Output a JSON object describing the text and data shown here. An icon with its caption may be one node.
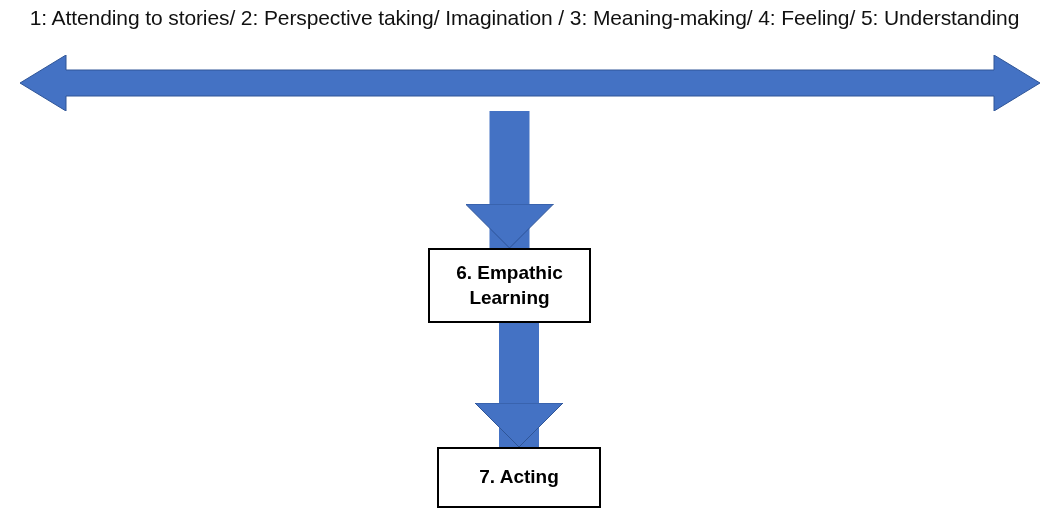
{
  "diagram": {
    "nodes": [
      {
        "text": [
          "1: Attending to stories/ 2: Perspective taking/ Imagination / 3: Meaning-making/ 4: Feeling/ 5: Understanding"
        ]
      },
      {
        "text": [],
        "shape": "arrow"
      },
      {
        "text": [
          "6. Empathic Learning"
        ]
      },
      {
        "text": [
          "7. Acting"
        ]
      }
    ],
    "edges": [
      {
        "from": 1,
        "to": 2,
        "arrow": "to"
      },
      {
        "from": 2,
        "to": 3,
        "arrow": "to"
      }
    ]
  }
}
